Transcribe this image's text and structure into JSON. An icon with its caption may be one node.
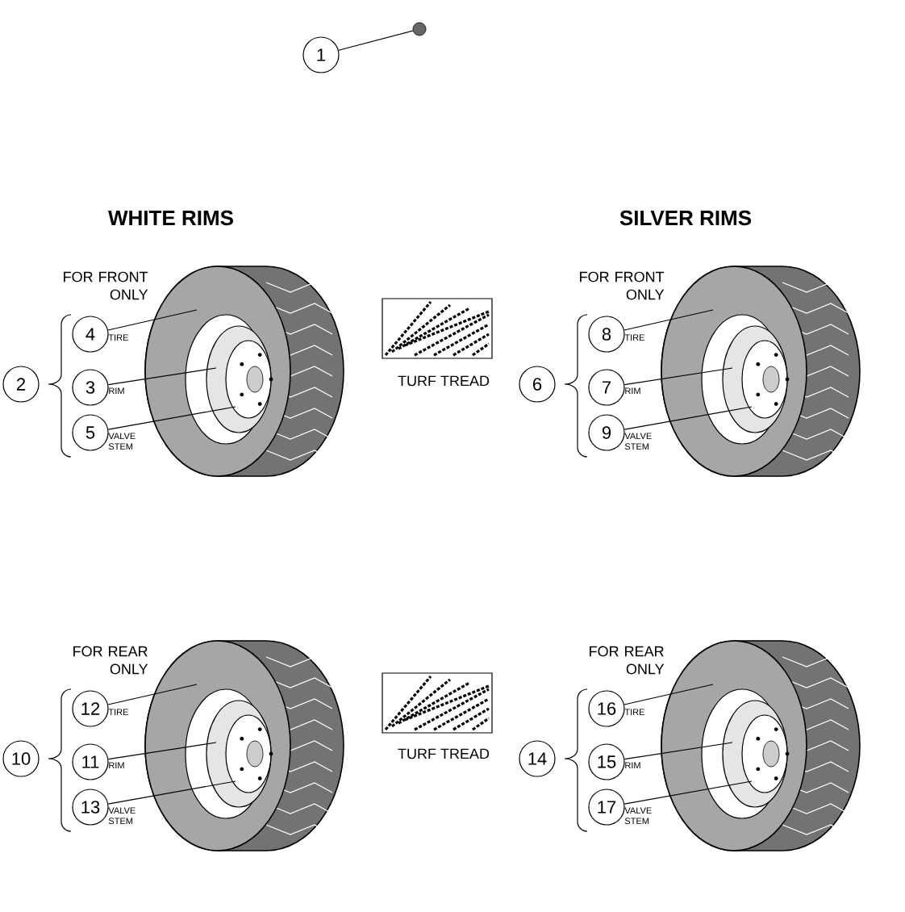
{
  "diagram": {
    "nodes": [
      {
        "text": [
          "1"
        ]
      },
      {
        "text": [],
        "shape": "circle"
      },
      {
        "text": [
          "2"
        ]
      },
      {
        "text": [
          "4"
        ],
        "beside": [
          "TIRE"
        ]
      },
      {
        "text": [
          "3"
        ],
        "beside": [
          "RIM"
        ]
      },
      {
        "text": [
          "5"
        ],
        "beside": [
          "VALVE STEM"
        ]
      },
      {
        "text": [
          "6"
        ]
      },
      {
        "text": [
          "8"
        ],
        "beside": [
          "TIRE"
        ]
      },
      {
        "text": [
          "7"
        ],
        "beside": [
          "RIM"
        ]
      },
      {
        "text": [
          "9"
        ],
        "beside": [
          "VALVE STEM"
        ]
      },
      {
        "text": [
          "10"
        ]
      },
      {
        "text": [
          "12"
        ],
        "beside": [
          "TIRE"
        ]
      },
      {
        "text": [
          "11"
        ],
        "beside": [
          "RIM"
        ]
      },
      {
        "text": [
          "13"
        ],
        "beside": [
          "VALVE STEM"
        ]
      },
      {
        "text": [
          "14"
        ]
      },
      {
        "text": [
          "16"
        ],
        "beside": [
          "TIRE"
        ]
      },
      {
        "text": [
          "15"
        ],
        "beside": [
          "RIM"
        ]
      },
      {
        "text": [
          "17"
        ],
        "beside": [
          "VALVE STEM"
        ]
      }
    ],
    "edges": [
      {
        "from": 0,
        "to": 1,
        "arrow": "none"
      },
      {
        "from": 3,
        "to": null,
        "arrow": "none"
      },
      {
        "from": 4,
        "to": null,
        "arrow": "none"
      },
      {
        "from": 5,
        "to": null,
        "arrow": "none"
      },
      {
        "from": 7,
        "to": null,
        "arrow": "none"
      },
      {
        "from": 8,
        "to": null,
        "arrow": "none"
      },
      {
        "from": 9,
        "to": null,
        "arrow": "none"
      },
      {
        "from": 11,
        "to": null,
        "arrow": "none"
      },
      {
        "from": 12,
        "to": null,
        "arrow": "none"
      },
      {
        "from": 13,
        "to": null,
        "arrow": "none"
      },
      {
        "from": 15,
        "to": null,
        "arrow": "none"
      },
      {
        "from": 16,
        "to": null,
        "arrow": "none"
      },
      {
        "from": 17,
        "to": null,
        "arrow": "none"
      }
    ],
    "labels": [
      "WHITE RIMS",
      "SILVER RIMS",
      "FOR FRONT ONLY",
      "TURF TREAD",
      "FOR FRONT ONLY",
      "FOR REAR ONLY",
      "TURF TREAD",
      "FOR REAR ONLY"
    ]
  }
}
